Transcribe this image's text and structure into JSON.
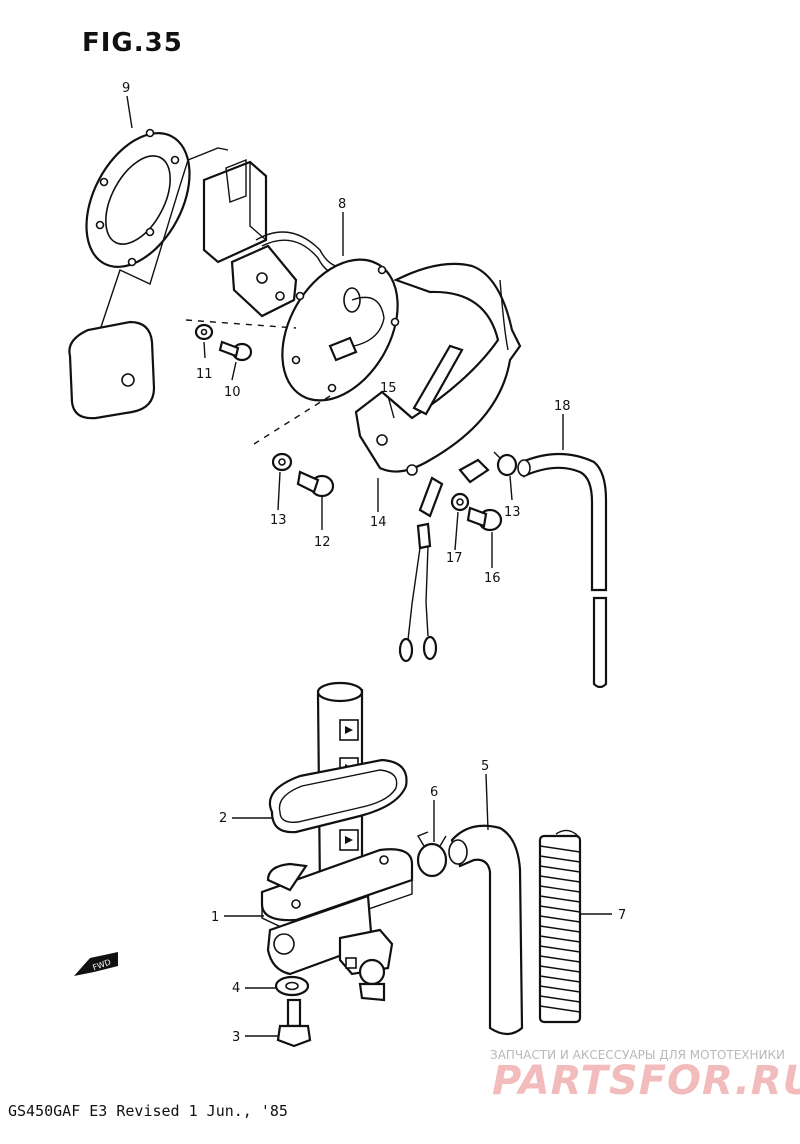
{
  "figure": {
    "title": "FIG.35",
    "footer": "GS450GAF E3 Revised 1 Jun., '85",
    "direction_marker": "FWD"
  },
  "watermark": {
    "caption": "ЗАПЧАСТИ И АКСЕССУАРЫ ДЛЯ МОТОТЕХНИКИ",
    "logo_text": "PARTSFOR.RU",
    "color": "#f3bcbc"
  },
  "part_labels": {
    "p1": "1",
    "p2": "2",
    "p3": "3",
    "p4": "4",
    "p5": "5",
    "p6": "6",
    "p7": "7",
    "p8": "8",
    "p9": "9",
    "p10": "10",
    "p11": "11",
    "p12": "12",
    "p13a": "13",
    "p13b": "13",
    "p14": "14",
    "p15": "15",
    "p16": "16",
    "p17": "17",
    "p18": "18"
  }
}
